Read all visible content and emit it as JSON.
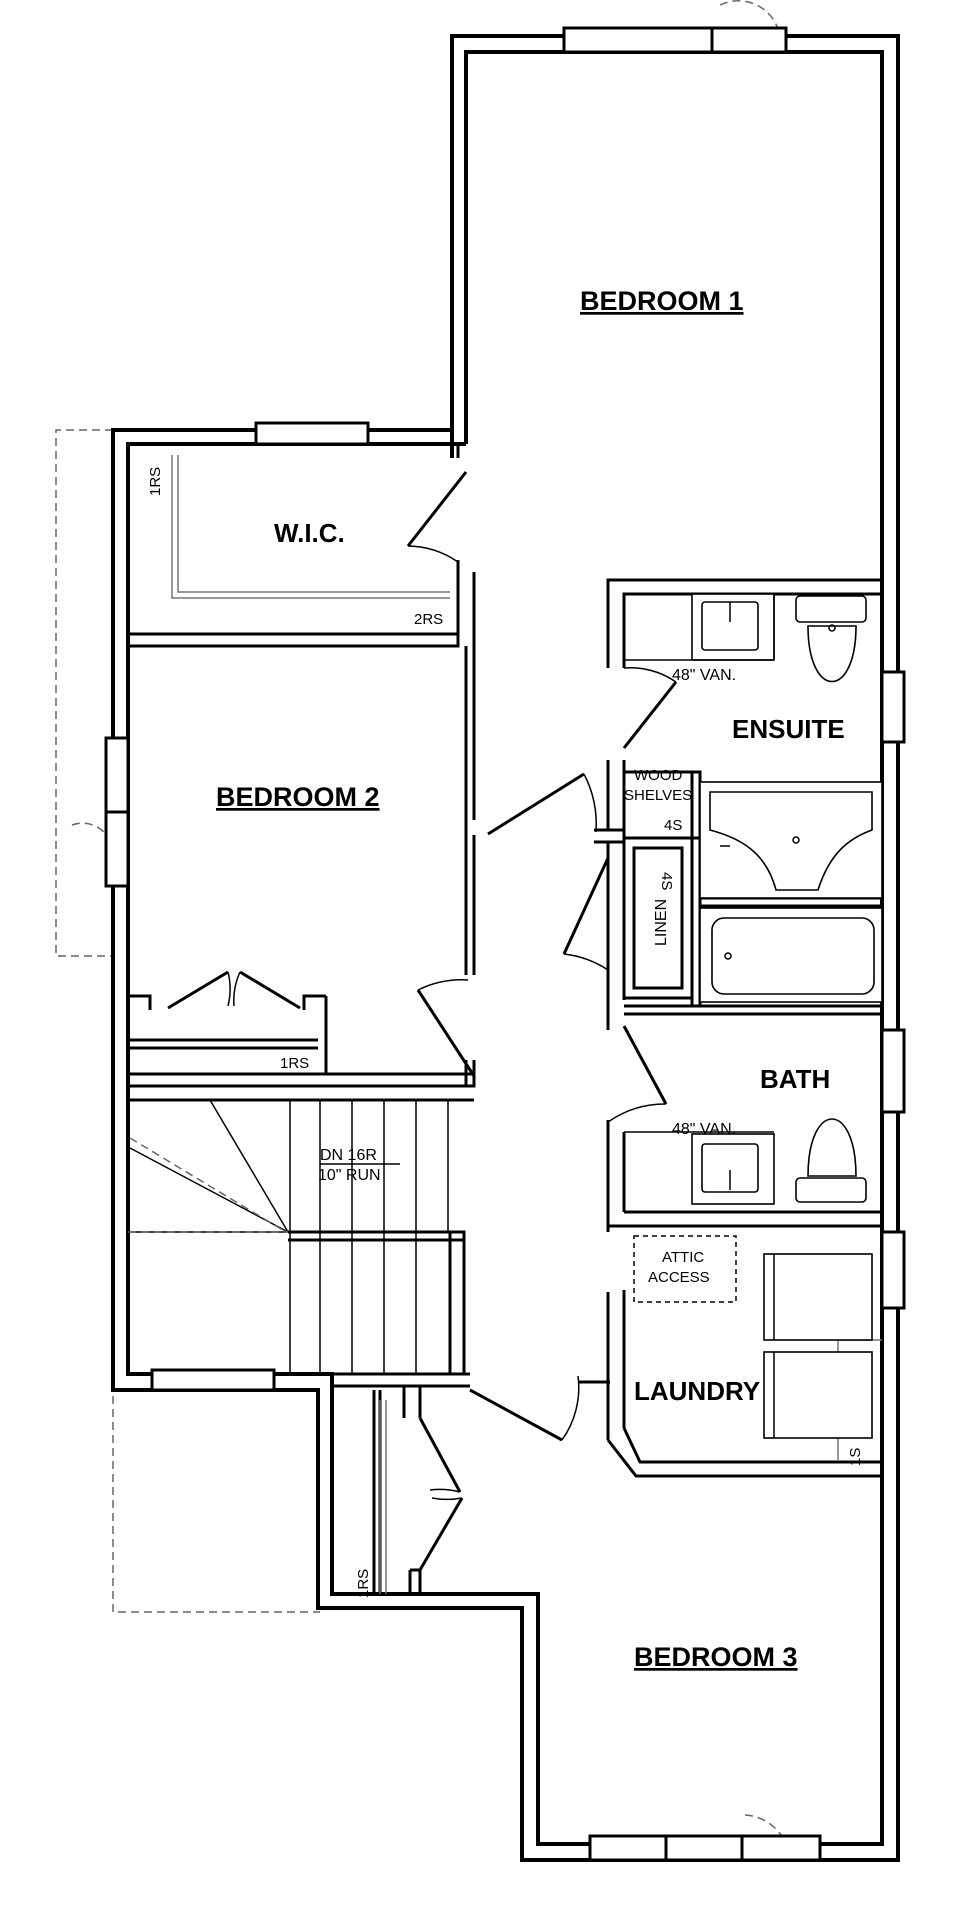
{
  "rooms": {
    "bedroom1": "BEDROOM 1",
    "bedroom2": "BEDROOM 2",
    "bedroom3": "BEDROOM 3",
    "wic": "W.I.C.",
    "ensuite": "ENSUITE",
    "bath": "BATH",
    "laundry": "LAUNDRY",
    "linen": "LINEN"
  },
  "notes": {
    "wic_shelf_left": "1RS",
    "wic_shelf_bottom": "2RS",
    "bed2_shelf": "1RS",
    "bed3_closet_shelf": "1RS",
    "laundry_shelf": "1S",
    "linen_shelves": "4S",
    "wood_shelves_1": "WOOD",
    "wood_shelves_2": "SHELVES",
    "wood_shelves_count": "4S",
    "ensuite_vanity": "48\" VAN.",
    "bath_vanity": "48\" VAN.",
    "attic_1": "ATTIC",
    "attic_2": "ACCESS",
    "stair_1": "DN 16R",
    "stair_2": "10\" RUN"
  }
}
